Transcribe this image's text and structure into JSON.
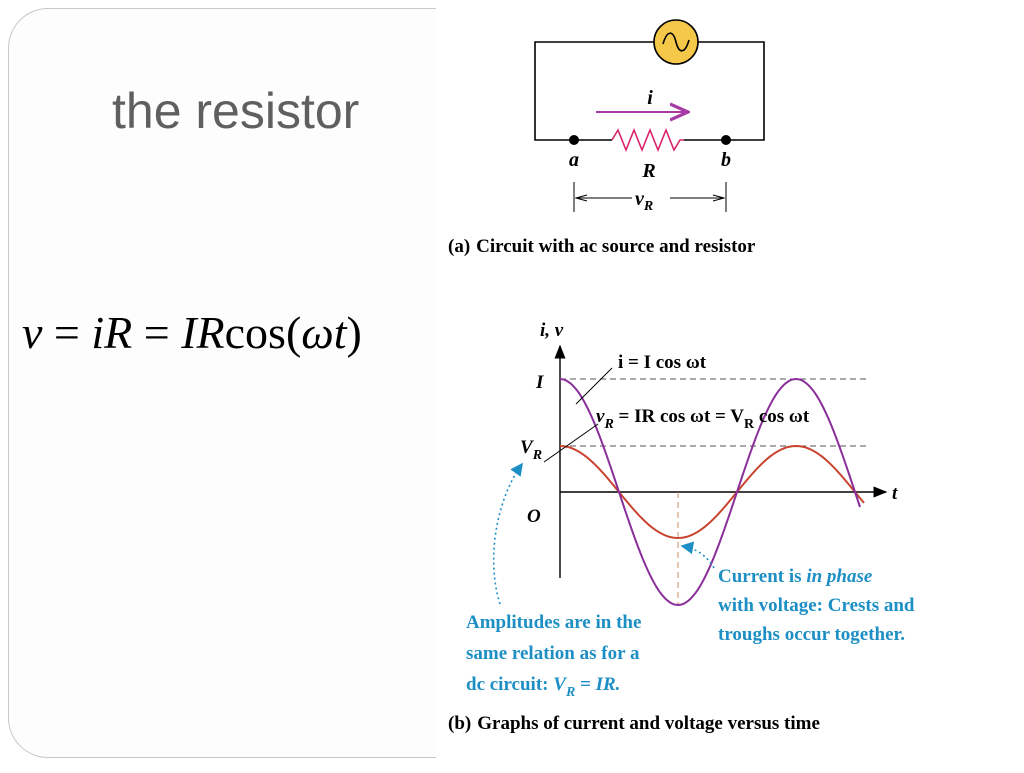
{
  "slide": {
    "title": "the resistor",
    "equation": {
      "v": "v",
      "eq1": " = ",
      "iR": "iR",
      "eq2": " = ",
      "IR": "IR",
      "cos": "cos(",
      "omega": "ω",
      "t": "t",
      "close": ")"
    }
  },
  "circuit": {
    "current_label": "i",
    "node_a": "a",
    "node_b": "b",
    "resistor_label": "R",
    "voltage_label_v": "v",
    "voltage_label_sub": "R",
    "caption_letter": "(a)",
    "caption_text": "Circuit with ac source and resistor"
  },
  "graph": {
    "axis_y_label": "i, v",
    "axis_x_label": "t",
    "origin_label": "O",
    "tick_I": "I",
    "tick_VR_main": "V",
    "tick_VR_sub": "R",
    "current_eq": "i = I cos ωt",
    "voltage_eq_a": "v",
    "voltage_eq_sub1": "R",
    "voltage_eq_b": " = IR cos ωt = V",
    "voltage_eq_sub2": "R",
    "voltage_eq_c": " cos ωt",
    "note_phase_1a": "Current is ",
    "note_phase_1b": "in phase",
    "note_phase_2": "with voltage: Crests and",
    "note_phase_3": "troughs occur together.",
    "note_amp_1": "Amplitudes are in the",
    "note_amp_2": "same relation as for a",
    "note_amp_3a": "dc circuit: ",
    "note_amp_3b": "V",
    "note_amp_3sub": "R",
    "note_amp_3c": " = IR.",
    "caption_letter": "(b)",
    "caption_text": "Graphs of current and voltage versus time",
    "colors": {
      "current": "#8a2f9a",
      "voltage": "#c8442e",
      "annotation": "#1d8fc4",
      "source_fill": "#f6c84a",
      "resistor": "#d8246a",
      "arrow": "#a63aa6"
    }
  }
}
